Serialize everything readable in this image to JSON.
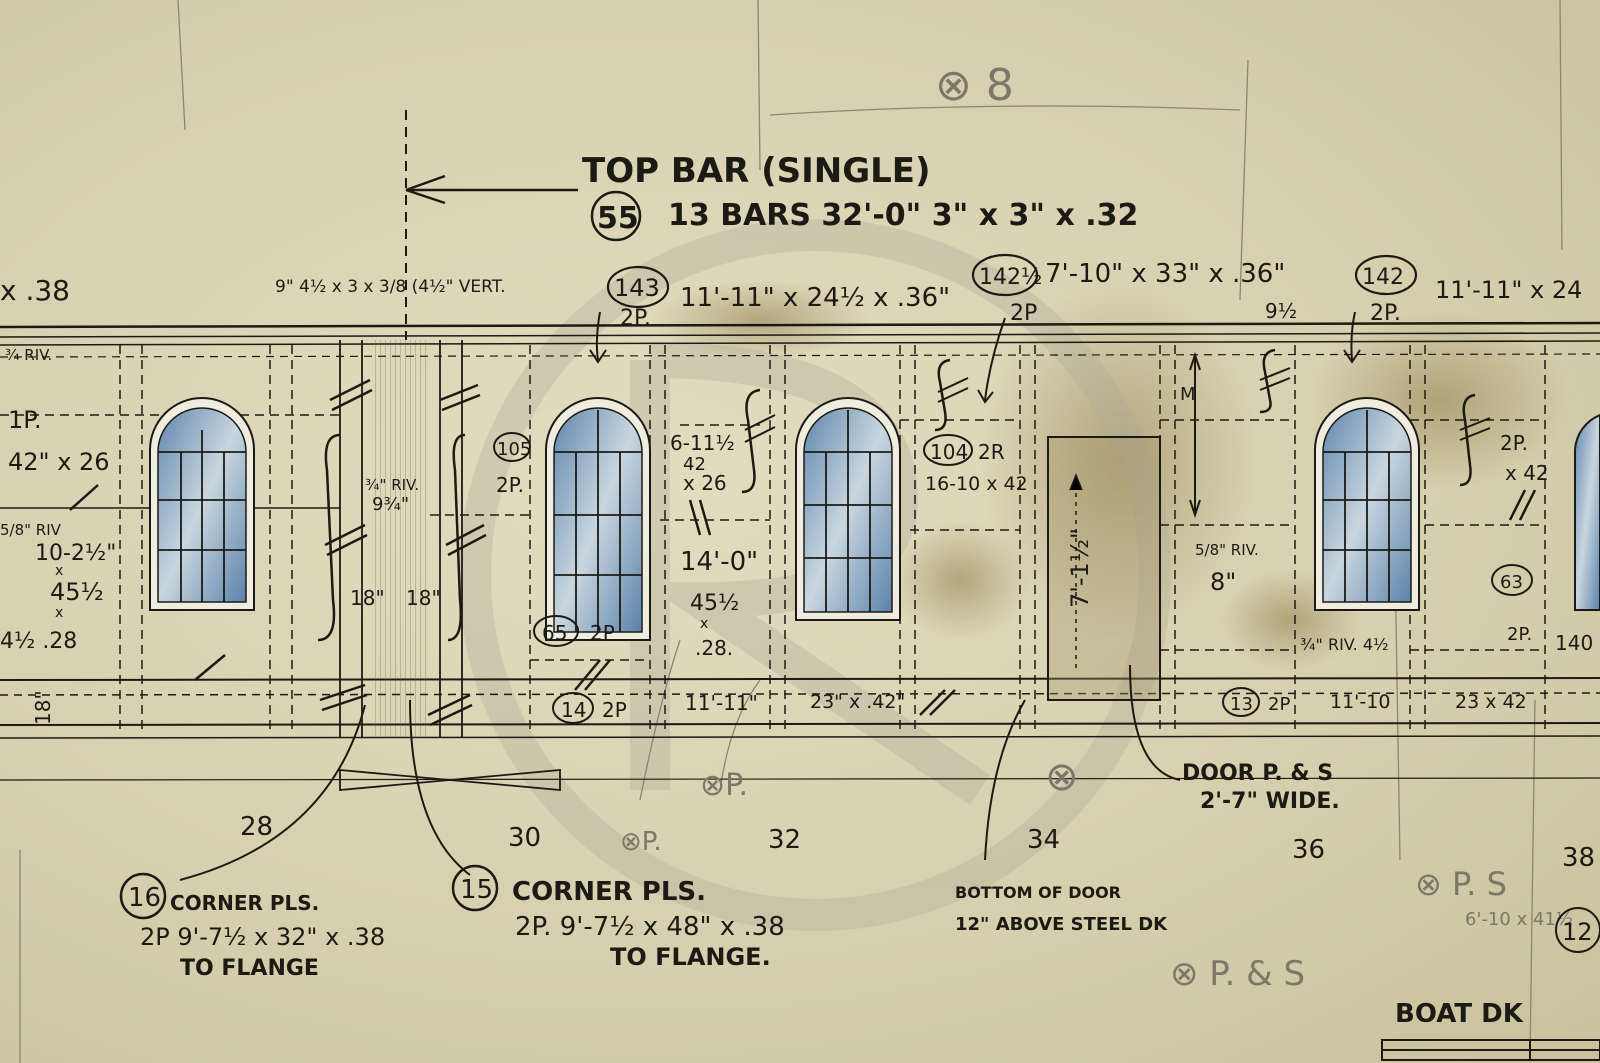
{
  "colors": {
    "paper": "#dcd6b8",
    "ink": "#1c1a14",
    "pencil": "#7c7768",
    "glass": "#6f95b8",
    "stain": "#9a8a5a"
  },
  "header": {
    "title": "TOP BAR (SINGLE)",
    "part_number": "55",
    "spec": "13 BARS 32'-0\"  3\" x 3\" x .32"
  },
  "top_labels": [
    {
      "id": "p38",
      "text": "x .38"
    },
    {
      "id": "p9",
      "text": "9\"  4½ x 3 x 3/8  (4½\" VERT."
    },
    {
      "id": "p143",
      "circle": "143",
      "text": "11'-11\" x 24½ x .36\"",
      "sub": "2P."
    },
    {
      "id": "p1425",
      "circle": "142½",
      "text": "7'-10\" x 33\" x .36\"",
      "sub": "2P"
    },
    {
      "id": "p142",
      "circle": "142",
      "text": "11'-11\" x 24",
      "sub": "2P."
    },
    {
      "id": "p912",
      "text": "9½"
    }
  ],
  "panel_labels": {
    "riv_left": "¾ RIV.",
    "p1": "1P.",
    "p1_dim": "42\" x 26",
    "riv58": "5/8\" RIV",
    "dim_10": "10-2½\"",
    "dim_x": "x",
    "dim_45": "45½",
    "dim_x2": "x",
    "dim_42": "4½ .28",
    "dim_18_left": "18\"",
    "riv34": "¾\" RIV.",
    "dim_934": "9¾\"",
    "dim_18a": "18\"",
    "dim_18b": "18\"",
    "c105": "105",
    "sub_105": "2P.",
    "dim_611": "6-11½",
    "dim_42b": "42",
    "dim_26": "x 26",
    "dim_140": "14'-0\"",
    "dim_45b": "45½",
    "dim_x3": "x",
    "dim_28": ".28.",
    "c65": "65",
    "sub_65": "2P",
    "c104": "104",
    "sub_104": "2R",
    "dim_1610": "16-10 x 42",
    "door_height": "7'-1½\"",
    "riv58b": "5/8\" RIV.",
    "dim_8": "8\"",
    "riv34b": "¾\" RIV. 4½",
    "c63": "63",
    "sub_63": "2P.",
    "p2": "2P.",
    "p2dim": "x 42",
    "m_mark": "M",
    "p140": "140"
  },
  "bottom_row": [
    {
      "id": "c14",
      "circle": "14",
      "text": "2P",
      "dim": "11'-11\"",
      "dim2": "23\" x .42\""
    },
    {
      "id": "c13",
      "circle": "13",
      "text": "2P",
      "dim": "11'-10",
      "dim2": "23 x 42"
    }
  ],
  "frame_numbers": [
    "28",
    "30",
    "32",
    "34",
    "36",
    "38"
  ],
  "callouts": [
    {
      "id": "c16",
      "circle": "16",
      "line1": "CORNER PLS.",
      "line2": "2P 9'-7½ x 32\" x .38",
      "line3": "TO FLANGE"
    },
    {
      "id": "c15",
      "circle": "15",
      "line1": "CORNER PLS.",
      "line2": "2P. 9'-7½ x 48\" x .38",
      "line3": "TO FLANGE."
    }
  ],
  "door_note": {
    "line1": "DOOR P. & S",
    "line2": "2'-7\" WIDE."
  },
  "bottom_note": {
    "line1": "BOTTOM OF DOOR",
    "line2": "12\" ABOVE STEEL DK"
  },
  "boat_deck": "BOAT DK",
  "pencil_marks": {
    "top": "⊗ 8",
    "op": "⊗P.",
    "op2": "⊗P.",
    "ps1": "⊗ P. & S",
    "ps2": "⊗ P. S",
    "ps2sub": "6'-10 x 41½",
    "c12": "12",
    "p10": "⊗"
  }
}
